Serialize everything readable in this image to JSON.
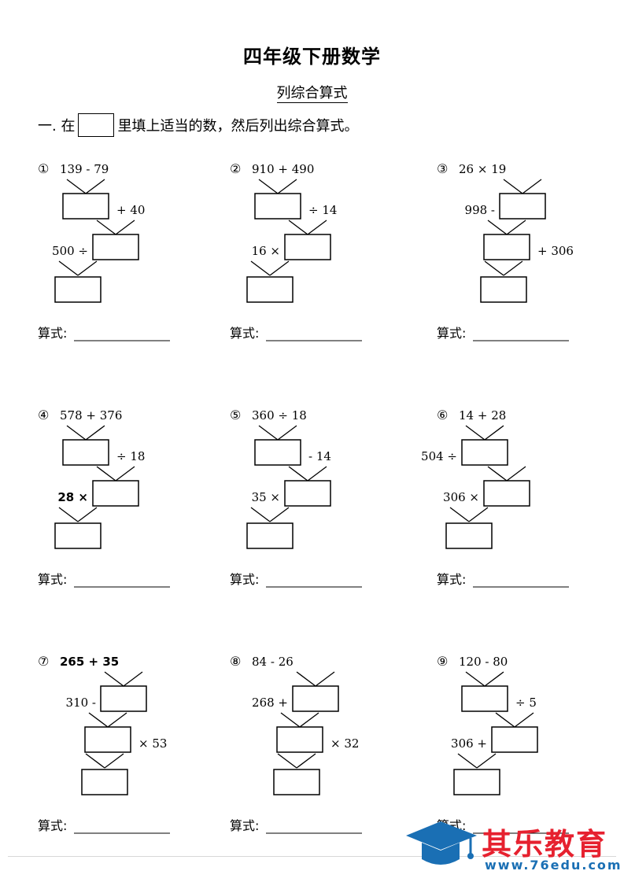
{
  "header": {
    "title": "四年级下册数学",
    "subtitle": "列综合算式"
  },
  "instruction": {
    "prefix": "一. 在",
    "suffix": "里填上适当的数，然后列出综合算式。"
  },
  "answer_label": "算式:",
  "problems": [
    {
      "number": "①",
      "top": "139 - 79",
      "step2_op": "+ 40",
      "step3_op": "500 ÷",
      "step2_side": "right",
      "step3_side": "left",
      "shape": "A"
    },
    {
      "number": "②",
      "top": "910 + 490",
      "step2_op": "÷ 14",
      "step3_op": "16 ×",
      "step2_side": "right",
      "step3_side": "left",
      "shape": "A"
    },
    {
      "number": "③",
      "top": "26 × 19",
      "step2_op": "998 -",
      "step3_op": "+ 306",
      "step2_side": "left",
      "step3_side": "right",
      "shape": "B"
    },
    {
      "number": "④",
      "top": "578 + 376",
      "step2_op": "÷ 18",
      "step3_op": "28 ×",
      "step2_side": "right",
      "step3_side": "left",
      "shape": "A"
    },
    {
      "number": "⑤",
      "top": "360 ÷ 18",
      "step2_op": "- 14",
      "step3_op": "35 ×",
      "step2_side": "right",
      "step3_side": "left",
      "shape": "A"
    },
    {
      "number": "⑥",
      "top": "14 + 28",
      "step2_op": "504 ÷",
      "step3_op": "306 ×",
      "step2_side": "left",
      "step3_side": "left",
      "shape": "C"
    },
    {
      "number": "⑦",
      "top": "265 + 35",
      "step2_op": "310 -",
      "step3_op": "× 53",
      "step2_side": "left",
      "step3_side": "right",
      "shape": "B"
    },
    {
      "number": "⑧",
      "top": "84 - 26",
      "step2_op": "268 +",
      "step3_op": "× 32",
      "step2_side": "left",
      "step3_side": "right",
      "shape": "B"
    },
    {
      "number": "⑨",
      "top": "120 - 80",
      "step2_op": "÷ 5",
      "step3_op": "306 +",
      "step2_side": "right",
      "step3_side": "left",
      "shape": "A"
    }
  ],
  "watermark": {
    "name": "其乐教育",
    "url": "www.76edu.com",
    "colors": {
      "name": "#e6212f",
      "url": "#1a6fb4",
      "logo": "#1a6fb4"
    },
    "icon": "graduation-cap-icon"
  }
}
